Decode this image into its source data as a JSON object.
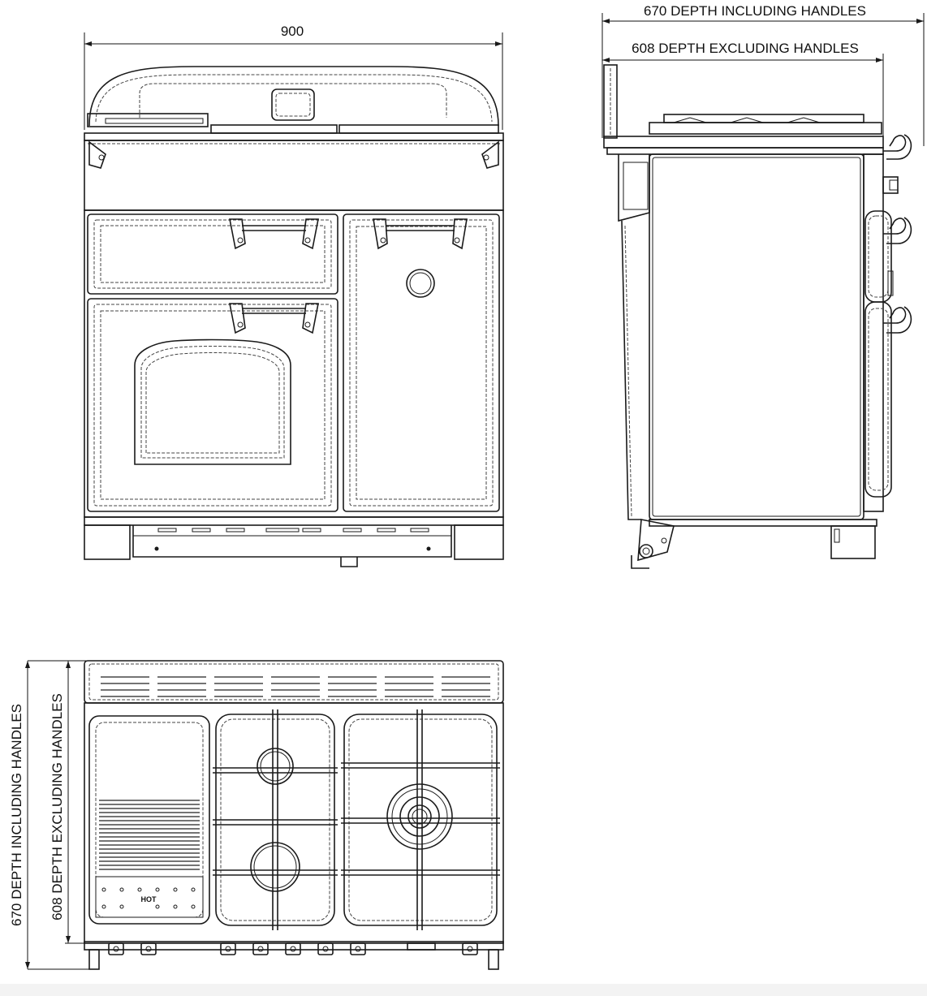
{
  "dimensions": {
    "width_label": "900",
    "side_depth_including": "670 DEPTH INCLUDING HANDLES",
    "side_depth_excluding": "608 DEPTH EXCLUDING HANDLES",
    "top_depth_including": "670 DEPTH INCLUDING HANDLES",
    "top_depth_excluding": "608 DEPTH EXCLUDING HANDLES"
  },
  "hotplate_label": "HOT"
}
